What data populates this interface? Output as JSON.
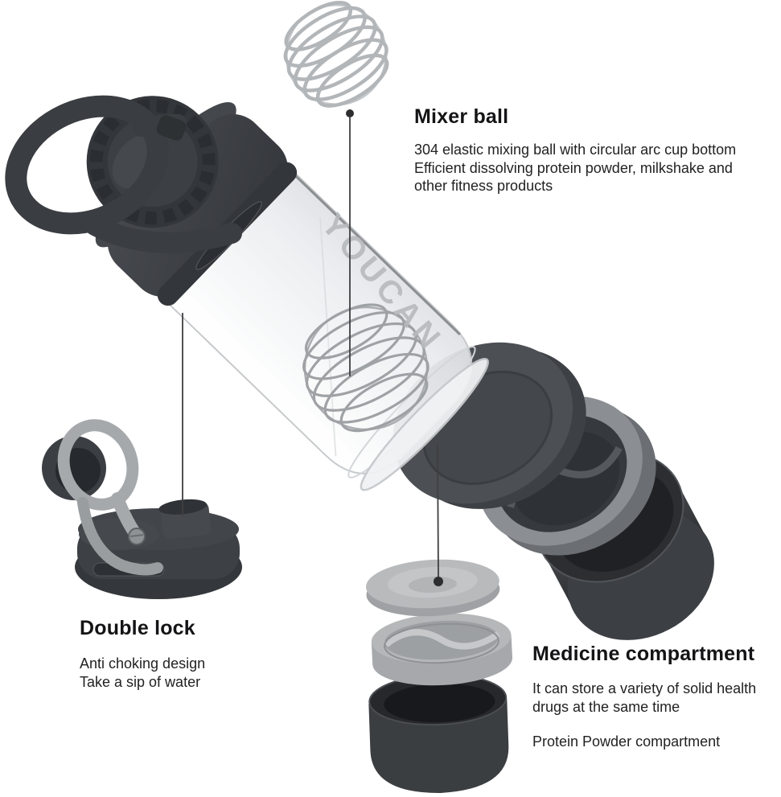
{
  "product": {
    "logo": "YOUCAN",
    "palette": {
      "lid_dark": "#3d4045",
      "cap_darker": "#33363a",
      "glass_edge": "#c5c8cb",
      "wire_gray": "#b3b6b9",
      "compartment_gray": "#8b8e92",
      "light_gray_lid": "#b7b9bb",
      "cup_black": "#2c2e32",
      "text_color": "#1b1b1d",
      "leader_line": "#3f3f41"
    }
  },
  "annotations": {
    "mixer_ball": {
      "title": "Mixer ball",
      "lines": [
        "304 elastic mixing ball with circular arc cup bottom",
        "Efficient dissolving protein powder, milkshake and",
        "other fitness products"
      ]
    },
    "double_lock": {
      "title": "Double lock",
      "lines": [
        "Anti choking design",
        "Take a sip of water"
      ]
    },
    "medicine": {
      "title": "Medicine compartment",
      "lines": [
        "It can store a variety of solid health",
        "drugs at the same time"
      ],
      "extra": "Protein Powder compartment"
    }
  }
}
